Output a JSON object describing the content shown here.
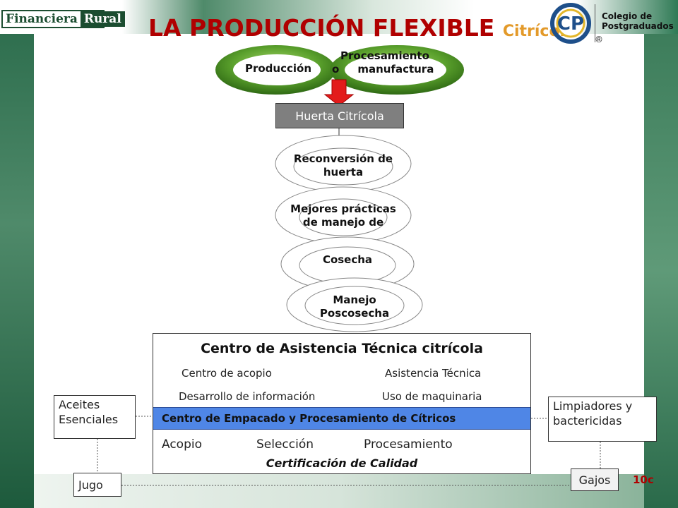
{
  "header": {
    "brand_part1": "Financiera",
    "brand_part2": "Rural",
    "title": "LA PRODUCCIÓN FLEXIBLE",
    "subtitle": "Citrícola",
    "logo_mark": "CP",
    "logo_registered": "®",
    "institution_line1": "Colegio de",
    "institution_line2": "Postgraduados"
  },
  "top_rings": {
    "left_label": "Producción",
    "right_label_line1": "Procesamiento",
    "right_label_line2a": "o",
    "right_label_line2b": "manufactura"
  },
  "orchard_box": {
    "label": "Huerta Citrícola"
  },
  "stages": [
    {
      "line1": "Reconversión de",
      "line2": "huerta"
    },
    {
      "line1": "Mejores prácticas",
      "line2": "de manejo de"
    },
    {
      "line1": "Cosecha",
      "line2": ""
    },
    {
      "line1": "Manejo",
      "line2": "Poscosecha"
    }
  ],
  "center": {
    "title": "Centro de Asistencia Técnica citrícola",
    "item_1": "Centro de acopio",
    "item_2": "Asistencia Técnica",
    "item_3": "Desarrollo de información",
    "item_4": "Uso de maquinaria",
    "band": "Centro de Empacado y Procesamiento de Cítricos",
    "step_1": "Acopio",
    "step_2": "Selección",
    "step_3": "Procesamiento",
    "certification": "Certificación  de Calidad"
  },
  "side_products": {
    "left_top_line1": "Aceites",
    "left_top_line2": "Esenciales",
    "left_bottom": "Jugo",
    "right_top_line1": "Limpiadores y",
    "right_top_line2": "bactericidas",
    "right_bottom": "Gajos"
  },
  "slide_tag": "10c",
  "colors": {
    "title": "#b00000",
    "subtitle": "#e39a2a",
    "ring_green": "#5aa02c",
    "arrow_red": "#e31b1b",
    "band_blue": "#4f86e6",
    "box_gray": "#7f7f7f"
  }
}
